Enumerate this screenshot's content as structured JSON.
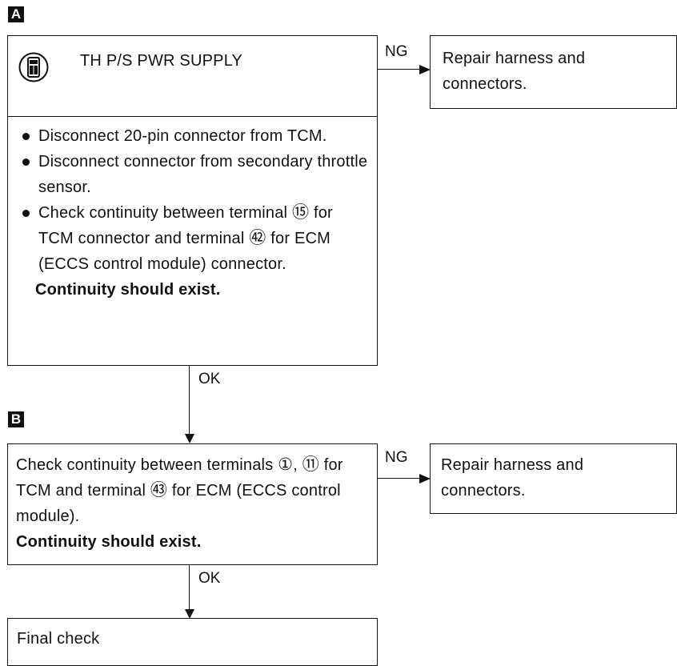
{
  "section_a": {
    "marker": "A",
    "title": "TH P/S PWR SUPPLY",
    "icon": "consult-tester-icon",
    "steps": [
      "Disconnect 20-pin connector from TCM.",
      "Disconnect connector from secondary throttle sensor."
    ],
    "check": {
      "prefix": "Check continuity between terminal",
      "term1": "⑮",
      "mid": "for TCM connector and terminal",
      "term2": "㊷",
      "suffix": "for ECM (ECCS control module) connector."
    },
    "result": "Continuity should exist.",
    "ng_label": "NG",
    "ok_label": "OK",
    "ng_action": "Repair harness and connectors."
  },
  "section_b": {
    "marker": "B",
    "check": {
      "prefix": "Check continuity between terminals",
      "term1": "①",
      "sep": ",",
      "term2": "⑪",
      "mid": "for TCM and terminal",
      "term3": "㊸",
      "suffix": "for ECM (ECCS control module)."
    },
    "result": "Continuity should exist.",
    "ng_label": "NG",
    "ok_label": "OK",
    "ng_action": "Repair harness and connectors."
  },
  "final": {
    "label": "Final check"
  }
}
